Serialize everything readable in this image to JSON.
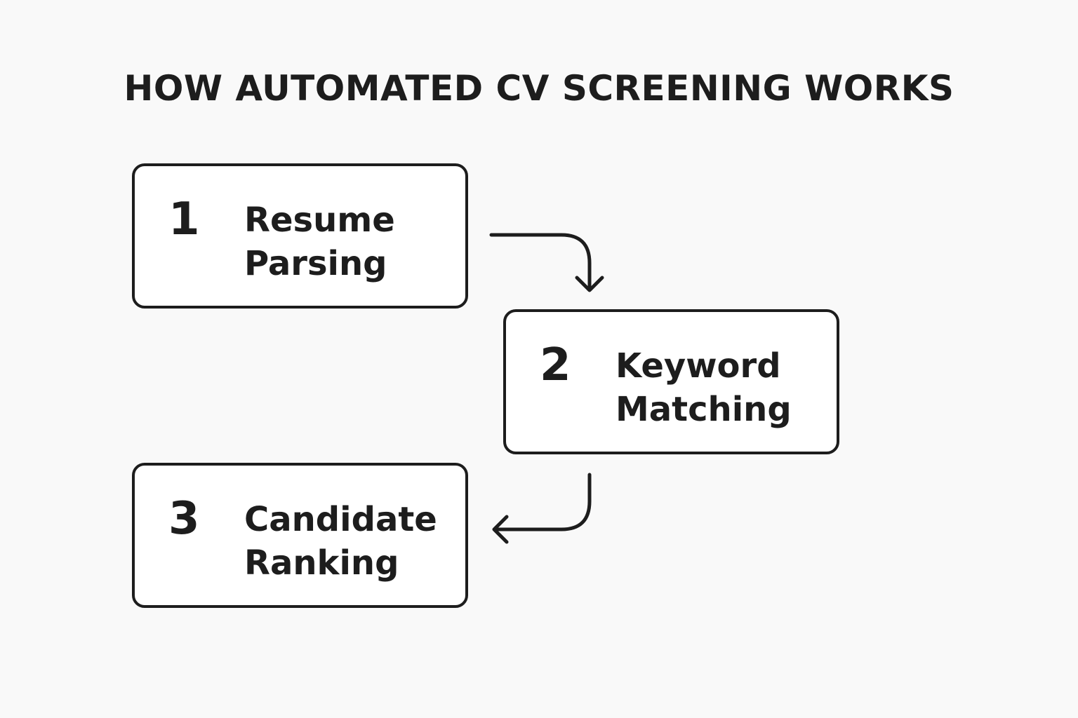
{
  "title": "HOW AUTOMATED CV SCREENING WORKS",
  "steps": [
    {
      "number": "1",
      "label": "Resume\nParsing"
    },
    {
      "number": "2",
      "label": "Keyword\nMatching"
    },
    {
      "number": "3",
      "label": "Candidate\nRanking"
    }
  ],
  "colors": {
    "background": "#f9f9f9",
    "stroke": "#1d1d1d",
    "box_fill": "#ffffff"
  }
}
